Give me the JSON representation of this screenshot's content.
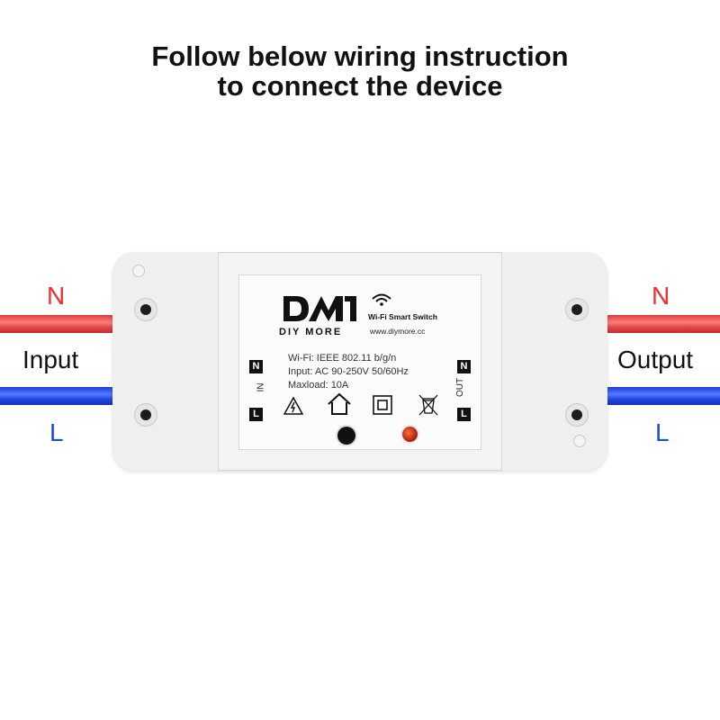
{
  "heading": {
    "line1": "Follow below wiring instruction",
    "line2": "to connect the device"
  },
  "wires": {
    "left_n": "N",
    "left_l": "L",
    "right_n": "N",
    "right_l": "L",
    "input": "Input",
    "output": "Output",
    "colors": {
      "n": "#e8302e",
      "l": "#1d4fd6"
    }
  },
  "device": {
    "brand_sub": "DIY MORE",
    "product": "Wi-Fi Smart Switch",
    "website": "www.diymore.cc",
    "in_label": "IN",
    "out_label": "OUT",
    "terminals": {
      "n": "N",
      "l": "L"
    },
    "specs": [
      "Wi-Fi: IEEE 802.11 b/g/n",
      "Input: AC 90-250V 50/60Hz",
      "Maxload: 10A"
    ],
    "icons": [
      "electric-hazard-icon",
      "home-icon",
      "double-insulation-icon",
      "weee-bin-icon",
      "wifi-icon"
    ]
  }
}
